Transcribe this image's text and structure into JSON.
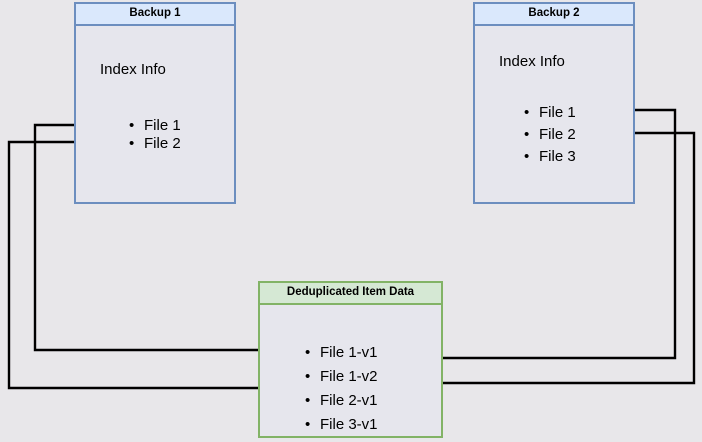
{
  "diagram": {
    "background_color": "#e8e7ea",
    "blue_border_color": "#6c8ebf",
    "blue_header_color": "#dae8fc",
    "green_border_color": "#82b366",
    "green_header_color": "#d5e8d4",
    "body_fill_color": "#e6e6ed",
    "connector_color": "#000000"
  },
  "backup1": {
    "title": "Backup 1",
    "section_label": "Index Info",
    "files": [
      {
        "label": "File 1"
      },
      {
        "label": "File 2"
      }
    ]
  },
  "backup2": {
    "title": "Backup 2",
    "section_label": "Index Info",
    "files": [
      {
        "label": "File 1"
      },
      {
        "label": "File 2"
      },
      {
        "label": "File 3"
      }
    ]
  },
  "dedup": {
    "title": "Deduplicated Item Data",
    "items": [
      {
        "label": "File 1-v1"
      },
      {
        "label": "File 1-v2"
      },
      {
        "label": "File 2-v1"
      },
      {
        "label": "File 3-v1"
      }
    ]
  },
  "connectors": [
    {
      "name": "backup1-file1-to-file1v1",
      "from": "Backup 1 / File 1",
      "to": "Deduplicated Item Data / File 1-v1"
    },
    {
      "name": "backup1-file2-to-file2v1",
      "from": "Backup 1 / File 2",
      "to": "Deduplicated Item Data / File 2-v1"
    },
    {
      "name": "backup2-file1-to-file1v2",
      "from": "Backup 2 / File 1",
      "to": "Deduplicated Item Data / File 1-v2"
    },
    {
      "name": "backup2-file2-to-file2v1",
      "from": "Backup 2 / File 2",
      "to": "Deduplicated Item Data / File 2-v1"
    }
  ]
}
